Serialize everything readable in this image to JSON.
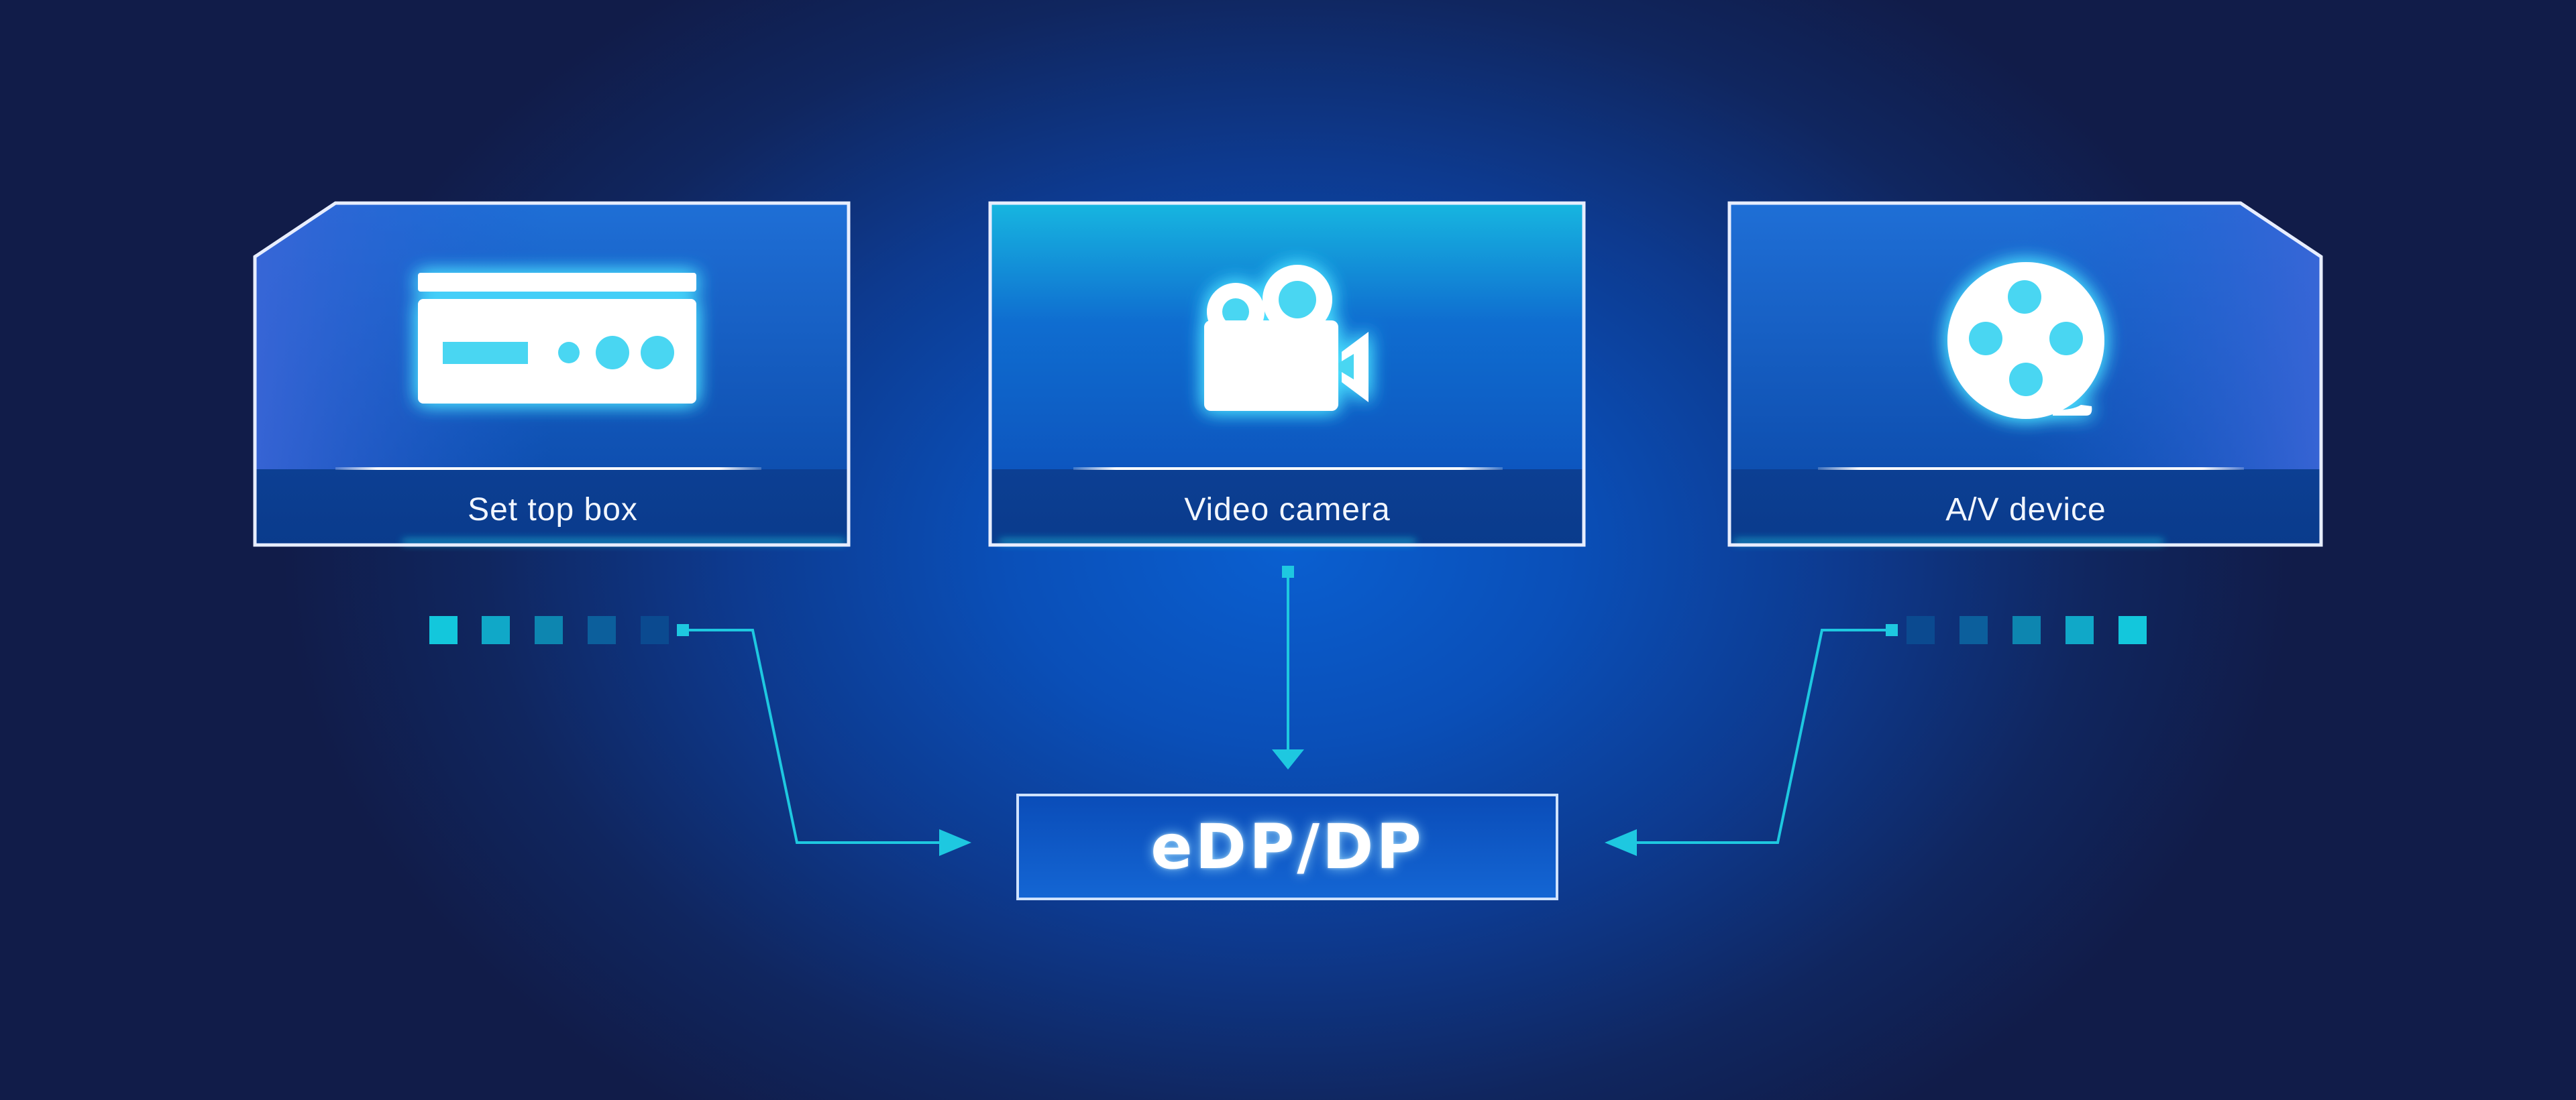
{
  "colors": {
    "background_center": "#0a5fd0",
    "background_edge": "#111c49",
    "accent_cyan": "#1ec8e0",
    "panel_border": "#e8eeff",
    "icon_white": "#ffffff"
  },
  "sources": [
    {
      "label": "Set top box",
      "icon": "set-top-box-icon"
    },
    {
      "label": "Video camera",
      "icon": "video-camera-icon"
    },
    {
      "label": "A/V device",
      "icon": "film-reel-icon"
    }
  ],
  "target": {
    "label": "eDP/DP"
  }
}
